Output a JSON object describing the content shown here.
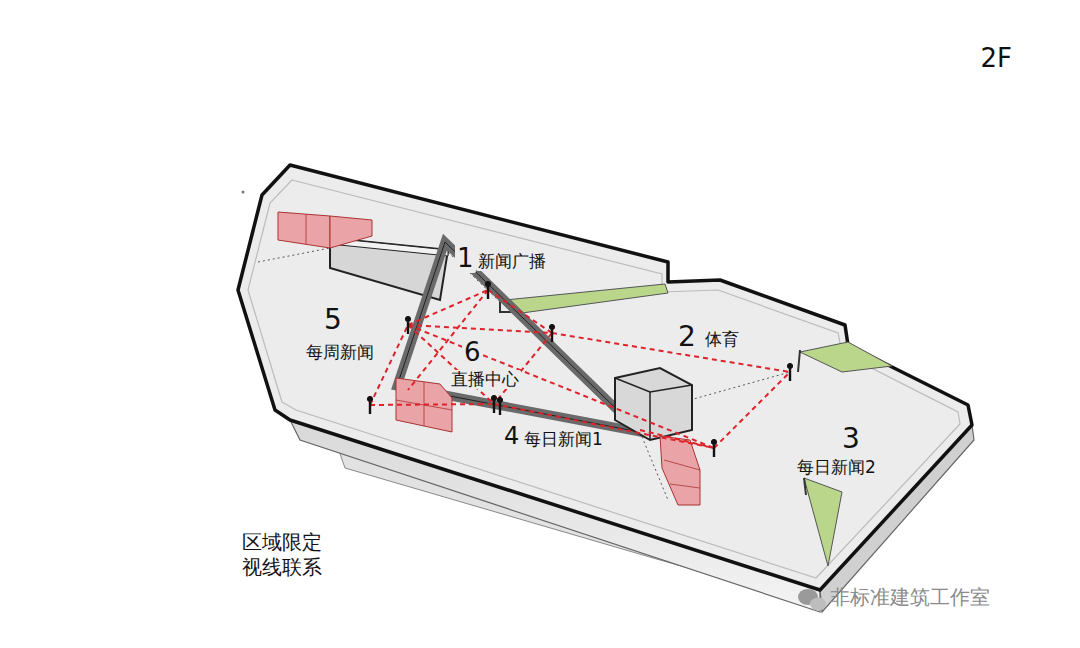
{
  "diagram": {
    "title": "2F",
    "caption": "区域限定 视线联系",
    "labels": [
      "1",
      "新闻广播",
      "2",
      "体育",
      "3",
      "每日新闻2",
      "4",
      "每日新闻1",
      "5",
      "每周新闻",
      "6",
      "直播中心",
      "非标准建筑工作室"
    ]
  }
}
